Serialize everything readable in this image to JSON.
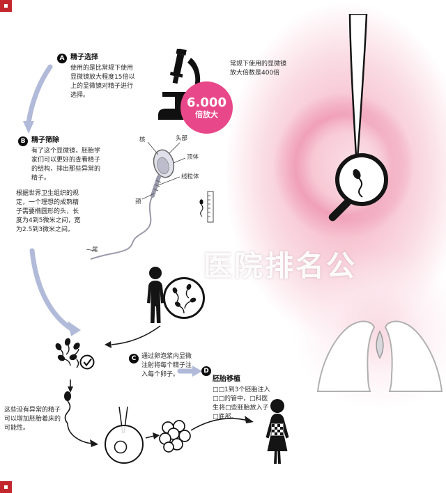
{
  "steps": {
    "a": {
      "letter": "A",
      "title": "精子选择",
      "body": "使用的是比常规下使用显微镜放大程度15倍以上的显微镜对精子进行选择。"
    },
    "b": {
      "letter": "B",
      "title": "精子筛除",
      "body1": "有了这个显微镜，胚胎学家们可以更好的查看精子的结构，排出那些异常的精子。",
      "body2": "根据世界卫生组织的规定，一个理想的成熟精子需要椭圆形的头，长度为4到5微米之间，宽为2.5到3微米之间。"
    },
    "c": {
      "letter": "C",
      "body": "通过卵泡浆内显微注射将每个精子注入每个卵子。"
    },
    "d": {
      "letter": "D",
      "title": "胚胎移植",
      "body": "□□1到3个胚胎注入□□的管中，□科医生将□些胚胎放入子□底部。"
    }
  },
  "magnification_badge": {
    "value": "6.000",
    "label": "倍放大"
  },
  "microscope_note": "常规下使用的显微镜放大倍数是400倍",
  "sperm_diagram_labels": {
    "nucleus": "核",
    "head": "头部",
    "acrosome": "顶体",
    "mitochondria": "线粒体",
    "neck": "颈",
    "tail": "尾"
  },
  "selection_note": "这些没有异常的精子可以增加胚胎着床的可能性。",
  "watermark_text": "医院排名公",
  "colors": {
    "badge_pink": "#e8488a",
    "arrow_lavender": "#b1bad9",
    "corner_red": "#c1272d",
    "egg_pink": "#f6bdcb"
  }
}
